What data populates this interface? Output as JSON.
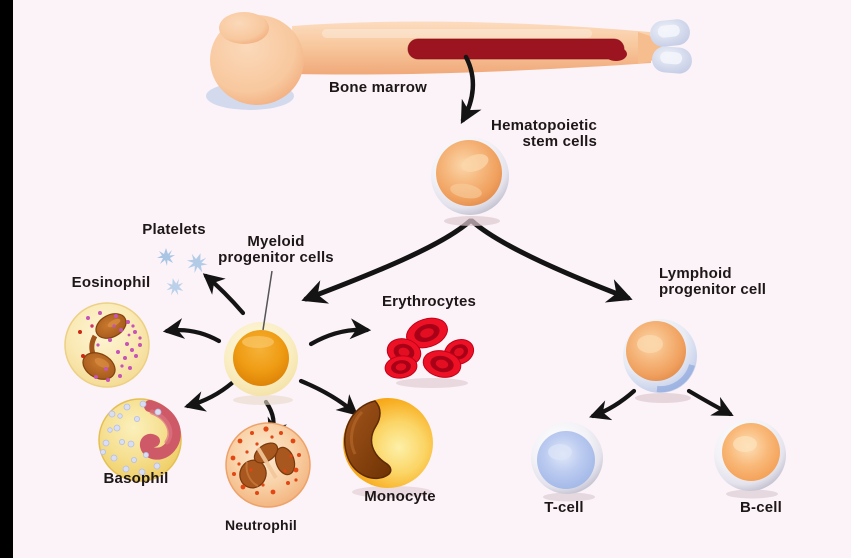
{
  "labels": {
    "bone_marrow": "Bone marrow",
    "hsc_line1": "Hematopoietic",
    "hsc_line2": "stem cells",
    "platelets": "Platelets",
    "myeloid_line1": "Myeloid",
    "myeloid_line2": "progenitor cells",
    "eosinophil": "Eosinophil",
    "erythrocytes": "Erythrocytes",
    "basophil": "Basophil",
    "neutrophil": "Neutrophil",
    "monocyte": "Monocyte",
    "lymphoid_line1": "Lymphoid",
    "lymphoid_line2": "progenitor cell",
    "t_cell": "T-cell",
    "b_cell": "B-cell"
  },
  "colors": {
    "background": "#fcf3f9",
    "left_bar": "#000000",
    "arrow": "#141414",
    "text": "#1d1717",
    "bone_peach": "#f8c89e",
    "bone_marrow_red": "#9c1420",
    "bone_knob_blue": "#ccd3e9",
    "stem_cell_orange": "#f0a05e",
    "myeloid_orange": "#ef9c14",
    "erythrocyte_red": "#ee1126",
    "eosinophil_granule": "#c653b5",
    "basophil_granule": "#d9def2",
    "neutrophil_granule": "#e24612",
    "monocyte_nucleus": "#8a4a14",
    "tcell_blue": "#9db4e6",
    "bcell_orange": "#f29a4e",
    "platelet_blue": "#a9c5e3"
  },
  "hierarchy": {
    "source": "Bone marrow",
    "root": "Hematopoietic stem cells",
    "branches": [
      {
        "progenitor": "Myeloid progenitor cells",
        "derivatives": [
          "Platelets",
          "Eosinophil",
          "Erythrocytes",
          "Basophil",
          "Neutrophil",
          "Monocyte"
        ]
      },
      {
        "progenitor": "Lymphoid progenitor cell",
        "derivatives": [
          "T-cell",
          "B-cell"
        ]
      }
    ]
  }
}
